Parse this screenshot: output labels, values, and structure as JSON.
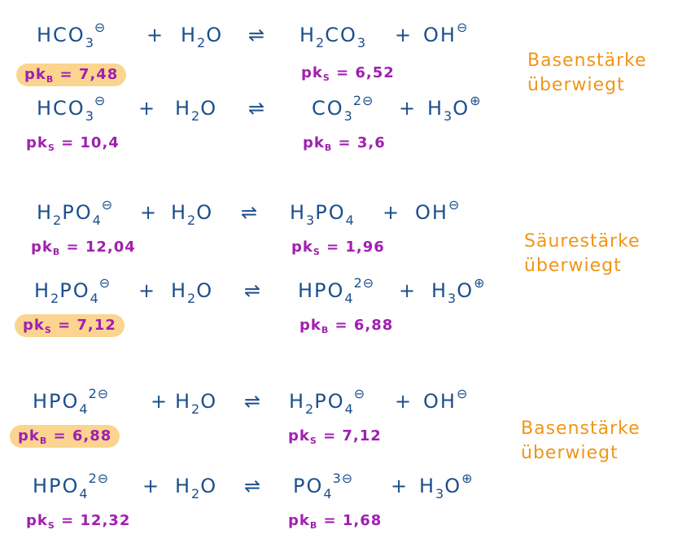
{
  "reactions": [
    {
      "left": [
        [
          "HCO",
          "n"
        ],
        [
          "3",
          "sub"
        ],
        [
          "⊖",
          "sup"
        ]
      ],
      "right1": [
        [
          "H",
          "n"
        ],
        [
          "2",
          "sub"
        ],
        [
          "CO",
          "n"
        ],
        [
          "3",
          "sub"
        ]
      ],
      "right2": [
        [
          "OH",
          "n"
        ],
        [
          "⊖",
          "sup"
        ]
      ],
      "pk_left": {
        "k": "pk",
        "s": "B",
        "val": " = 7,48",
        "highlight": true
      },
      "pk_right": {
        "k": "pk",
        "s": "S",
        "val": " = 6,52",
        "highlight": false
      }
    },
    {
      "left": [
        [
          "HCO",
          "n"
        ],
        [
          "3",
          "sub"
        ],
        [
          "⊖",
          "sup"
        ]
      ],
      "right1": [
        [
          "CO",
          "n"
        ],
        [
          "3",
          "sub"
        ],
        [
          "2⊖",
          "sup"
        ]
      ],
      "right2": [
        [
          "H",
          "n"
        ],
        [
          "3",
          "sub"
        ],
        [
          "O",
          "n"
        ],
        [
          "⊕",
          "sup"
        ]
      ],
      "pk_left": {
        "k": "pk",
        "s": "S",
        "val": " = 10,4",
        "highlight": false
      },
      "pk_right": {
        "k": "pk",
        "s": "B",
        "val": " = 3,6",
        "highlight": false
      }
    },
    {
      "left": [
        [
          "H",
          "n"
        ],
        [
          "2",
          "sub"
        ],
        [
          "PO",
          "n"
        ],
        [
          "4",
          "sub"
        ],
        [
          "⊖",
          "sup"
        ]
      ],
      "right1": [
        [
          "H",
          "n"
        ],
        [
          "3",
          "sub"
        ],
        [
          "PO",
          "n"
        ],
        [
          "4",
          "sub"
        ]
      ],
      "right2": [
        [
          "OH",
          "n"
        ],
        [
          "⊖",
          "sup"
        ]
      ],
      "pk_left": {
        "k": "pk",
        "s": "B",
        "val": " = 12,04",
        "highlight": false
      },
      "pk_right": {
        "k": "pk",
        "s": "S",
        "val": " = 1,96",
        "highlight": false
      }
    },
    {
      "left": [
        [
          "H",
          "n"
        ],
        [
          "2",
          "sub"
        ],
        [
          "PO",
          "n"
        ],
        [
          "4",
          "sub"
        ],
        [
          "⊖",
          "sup"
        ]
      ],
      "right1": [
        [
          "HPO",
          "n"
        ],
        [
          "4",
          "sub"
        ],
        [
          "2⊖",
          "sup"
        ]
      ],
      "right2": [
        [
          "H",
          "n"
        ],
        [
          "3",
          "sub"
        ],
        [
          "O",
          "n"
        ],
        [
          "⊕",
          "sup"
        ]
      ],
      "pk_left": {
        "k": "pk",
        "s": "S",
        "val": " = 7,12",
        "highlight": true
      },
      "pk_right": {
        "k": "pk",
        "s": "B",
        "val": " = 6,88",
        "highlight": false
      }
    },
    {
      "left": [
        [
          "HPO",
          "n"
        ],
        [
          "4",
          "sub"
        ],
        [
          "2⊖",
          "sup"
        ]
      ],
      "right1": [
        [
          "H",
          "n"
        ],
        [
          "2",
          "sub"
        ],
        [
          "PO",
          "n"
        ],
        [
          "4",
          "sub"
        ],
        [
          "⊖",
          "sup"
        ]
      ],
      "right2": [
        [
          "OH",
          "n"
        ],
        [
          "⊖",
          "sup"
        ]
      ],
      "pk_left": {
        "k": "pk",
        "s": "B",
        "val": " = 6,88",
        "highlight": true
      },
      "pk_right": {
        "k": "pk",
        "s": "S",
        "val": " = 7,12",
        "highlight": false
      }
    },
    {
      "left": [
        [
          "HPO",
          "n"
        ],
        [
          "4",
          "sub"
        ],
        [
          "2⊖",
          "sup"
        ]
      ],
      "right1": [
        [
          "PO",
          "n"
        ],
        [
          "4",
          "sub"
        ],
        [
          "3⊖",
          "sup"
        ]
      ],
      "right2": [
        [
          "H",
          "n"
        ],
        [
          "3",
          "sub"
        ],
        [
          "O",
          "n"
        ],
        [
          "⊕",
          "sup"
        ]
      ],
      "pk_left": {
        "k": "pk",
        "s": "S",
        "val": " = 12,32",
        "highlight": false
      },
      "pk_right": {
        "k": "pk",
        "s": "B",
        "val": " = 1,68",
        "highlight": false
      }
    }
  ],
  "symbols": {
    "plus": "+",
    "water": [
      [
        "H",
        "n"
      ],
      [
        "2",
        "sub"
      ],
      [
        "O",
        "n"
      ]
    ],
    "equilibrium": "⇌"
  },
  "notes": [
    {
      "line1": "Basenstärke",
      "line2": "überwiegt"
    },
    {
      "line1": "Säurestärke",
      "line2": "überwiegt"
    },
    {
      "line1": "Basenstärke",
      "line2": "überwiegt"
    }
  ],
  "colors": {
    "formula": "#1d4f8c",
    "pk": "#a01fb0",
    "note": "#f19516",
    "highlight": "#fbd58f"
  }
}
